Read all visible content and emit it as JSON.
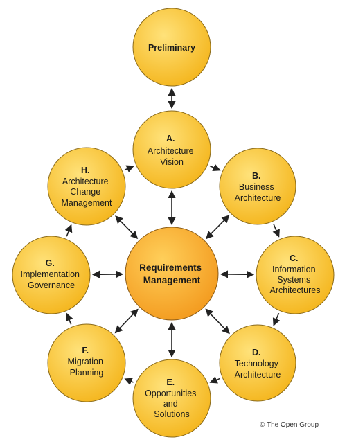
{
  "nodes": {
    "preliminary": {
      "title": "Preliminary",
      "lines": []
    },
    "a": {
      "title": "A.",
      "lines": [
        "Architecture",
        "Vision"
      ]
    },
    "b": {
      "title": "B.",
      "lines": [
        "Business",
        "Architecture"
      ]
    },
    "c": {
      "title": "C.",
      "lines": [
        "Information",
        "Systems",
        "Architectures"
      ]
    },
    "d": {
      "title": "D.",
      "lines": [
        "Technology",
        "Architecture"
      ]
    },
    "e": {
      "title": "E.",
      "lines": [
        "Opportunities",
        "and",
        "Solutions"
      ]
    },
    "f": {
      "title": "F.",
      "lines": [
        "Migration",
        "Planning"
      ]
    },
    "g": {
      "title": "G.",
      "lines": [
        "Implementation",
        "Governance"
      ]
    },
    "h": {
      "title": "H.",
      "lines": [
        "Architecture",
        "Change",
        "Management"
      ]
    },
    "center": {
      "lines": [
        "Requirements",
        "Management"
      ]
    }
  },
  "colors": {
    "node_fill": "#fcc52f",
    "node_stroke": "#8a6a1a",
    "center_fill": "#f7a325",
    "arrow": "#222222"
  },
  "copyright": "© The Open Group"
}
